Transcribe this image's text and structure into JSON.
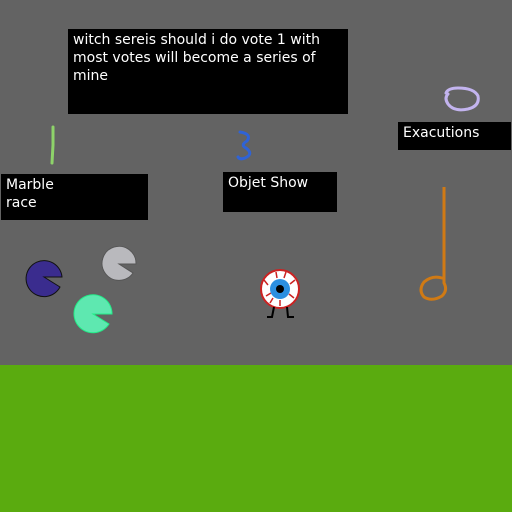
{
  "scene": {
    "sky_color": "#636363",
    "ground_color": "#5aab0f"
  },
  "labels": {
    "title": "witch sereis should i do vote 1 with\nmost votes will become a series of\nmine",
    "marble_race": "Marble\nrace",
    "objet_show": "Objet Show",
    "executions": "Exacutions"
  },
  "marbles": [
    {
      "name": "dark-marble",
      "color": "#3a2c8e"
    },
    {
      "name": "gray-marble",
      "color": "#b9b9bd"
    },
    {
      "name": "mint-marble",
      "color": "#5ee8b0"
    }
  ],
  "icons": {
    "green-line": "green-scribble",
    "blue-scribble": "blue-squiggle",
    "eyeball-character": "eyeball",
    "noose": "noose-rope"
  }
}
